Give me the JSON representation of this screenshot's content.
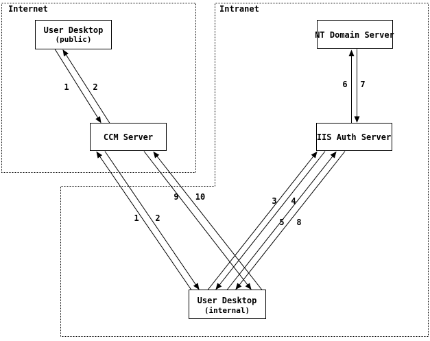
{
  "zones": {
    "internet": {
      "label": "Internet"
    },
    "intranet": {
      "label": "Intranet"
    }
  },
  "nodes": {
    "user_desktop_public": {
      "title": "User Desktop",
      "subtitle": "(public)"
    },
    "ccm_server": {
      "title": "CCM Server"
    },
    "nt_domain_server": {
      "title": "NT Domain Server"
    },
    "iis_auth_server": {
      "title": "IIS Auth Server"
    },
    "user_desktop_internal": {
      "title": "User Desktop",
      "subtitle": "(internal)"
    }
  },
  "messages": {
    "m1_public": "1",
    "m2_public": "2",
    "m1_internal": "1",
    "m2_internal": "2",
    "m3": "3",
    "m4": "4",
    "m5": "5",
    "m6": "6",
    "m7": "7",
    "m8": "8",
    "m9": "9",
    "m10": "10"
  },
  "colors": {
    "line": "#000000",
    "background": "#ffffff"
  }
}
